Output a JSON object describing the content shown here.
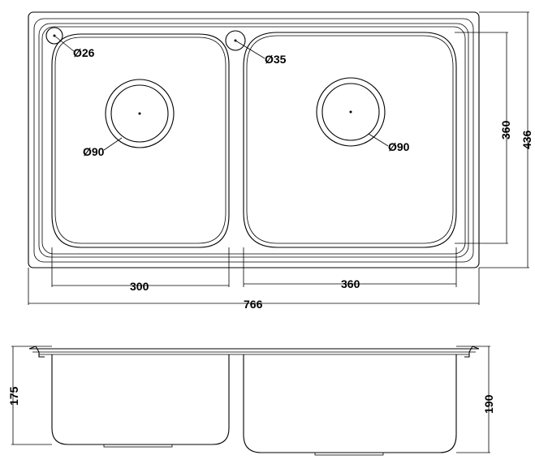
{
  "dimensions": {
    "overall_width": "766",
    "overall_depth": "436",
    "left_bowl_width": "300",
    "right_bowl_width": "360",
    "bowl_length": "360",
    "left_depth": "175",
    "right_depth": "190"
  },
  "holes": {
    "tap_hole_left": "Ø26",
    "tap_hole_center": "Ø35",
    "drain_left": "Ø90",
    "drain_right": "Ø90"
  }
}
